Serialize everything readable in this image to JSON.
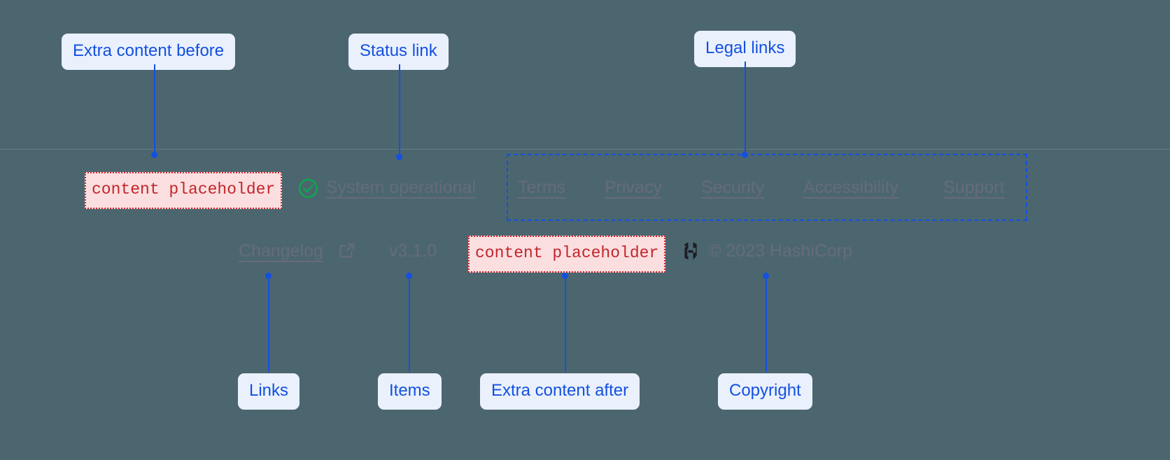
{
  "annotations": {
    "extra_before": "Extra content before",
    "status_link": "Status link",
    "legal_links": "Legal links",
    "links": "Links",
    "items": "Items",
    "extra_after": "Extra content after",
    "copyright": "Copyright"
  },
  "footer": {
    "placeholder_before": "content placeholder",
    "placeholder_after": "content placeholder",
    "status": {
      "icon": "check-circle-icon",
      "label": "System operational"
    },
    "legal": [
      {
        "label": "Terms"
      },
      {
        "label": "Privacy"
      },
      {
        "label": "Security"
      },
      {
        "label": "Accessibility"
      },
      {
        "label": "Support"
      }
    ],
    "changelog": {
      "label": "Changelog",
      "icon": "external-link-icon"
    },
    "version": "v3.1.0",
    "brand": {
      "logo": "hashicorp-logo",
      "copyright": "© 2023 HashiCorp"
    }
  },
  "colors": {
    "background": "#4c6670",
    "accent": "#1450e0",
    "chip_bg": "#eaf1fd",
    "placeholder_bg": "#fbdfe0",
    "placeholder_border": "#d6262c",
    "placeholder_text": "#c2262c",
    "footer_text": "#656c7a",
    "status_icon": "#12a150"
  }
}
